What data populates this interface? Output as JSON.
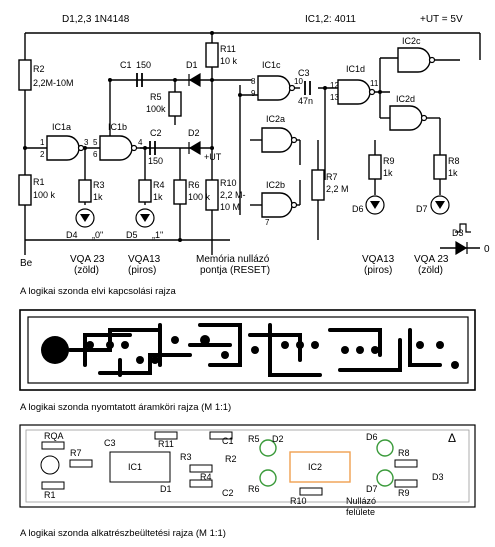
{
  "schematic": {
    "diodes_header": "D1,2,3  1N4148",
    "ic_header": "IC1,2: 4011",
    "supply": "+UT = 5V",
    "R2": "R2",
    "R2_val": "2,2M-10M",
    "R1": "R1",
    "R1_val": "100 k",
    "R3": "R3",
    "R3_val": "1k",
    "R4": "R4",
    "R4_val": "1k",
    "R5": "R5",
    "R5_val": "100k",
    "R6": "R6",
    "R6_val": "100 k",
    "R7": "R7",
    "R7_val": "2,2 M",
    "R8": "R8",
    "R8_val": "1k",
    "R9": "R9",
    "R9_val": "1k",
    "R10": "R10",
    "R10_val_a": "2,2 M-",
    "R10_val_b": "10 M",
    "R11": "R11",
    "R11_val": "10 k",
    "C1": "C1",
    "C1_val": "150",
    "C2": "C2",
    "C2_val": "150",
    "C3": "C3",
    "C3_val": "47n",
    "D1": "D1",
    "D2": "D2",
    "D3": "D3",
    "D4": "D4",
    "D5": "D5",
    "D6": "D6",
    "D7": "D7",
    "d4_mark": "„0\"",
    "d5_mark": "„1\"",
    "ic1a": "IC1a",
    "ic1b": "IC1b",
    "ic1c": "IC1c",
    "ic1d": "IC1d",
    "ic2a": "IC2a",
    "ic2b": "IC2b",
    "ic2c": "IC2c",
    "ic2d": "IC2d",
    "ut_label": "+UT",
    "be_label": "Be",
    "zero_label": "0",
    "vqa23_left": "VQA 23",
    "zold_left": "(zöld)",
    "vqa13_left": "VQA13",
    "piros_left": "(piros)",
    "memory_line1": "Memória nullázó",
    "memory_line2": "pontja (RESET)",
    "vqa13_right": "VQA13",
    "piros_right": "(piros)",
    "vqa23_right": "VQA 23",
    "zold_right": "(zöld)",
    "pins": {
      "p1": "1",
      "p2": "2",
      "p3": "3",
      "p4": "4",
      "p5": "5",
      "p6": "6",
      "p7": "7",
      "p8": "8",
      "p9": "9",
      "p10": "10",
      "p11": "11",
      "p12": "12",
      "p13": "13"
    }
  },
  "captions": {
    "schematic": "A logikai szonda elvi kapcsolási rajza",
    "pcb": "A logikai szonda nyomtatott áramköri rajza (M 1:1)",
    "layout": "A logikai szonda alkatrészbeültetési rajza (M 1:1)"
  },
  "layout_labels": {
    "RQA": "RQA",
    "R7": "R7",
    "R1": "R1",
    "C3": "C3",
    "IC1": "IC1",
    "R11": "R11",
    "R5": "R5",
    "C1": "C1",
    "D2": "D2",
    "R3": "R3",
    "R2": "R2",
    "D1": "D1",
    "R4": "R4",
    "C2": "C2",
    "R6": "R6",
    "R10": "R10",
    "IC2": "IC2",
    "D6": "D6",
    "R8": "R8",
    "D7": "D7",
    "R9": "R9",
    "D3": "D3",
    "nullazo_1": "Nullázó",
    "nullazo_2": "felülete",
    "delta": "Δ"
  },
  "colors": {
    "ink": "#000000",
    "green_led": "#3a9a3a",
    "orange_accent": "#f0a050"
  }
}
